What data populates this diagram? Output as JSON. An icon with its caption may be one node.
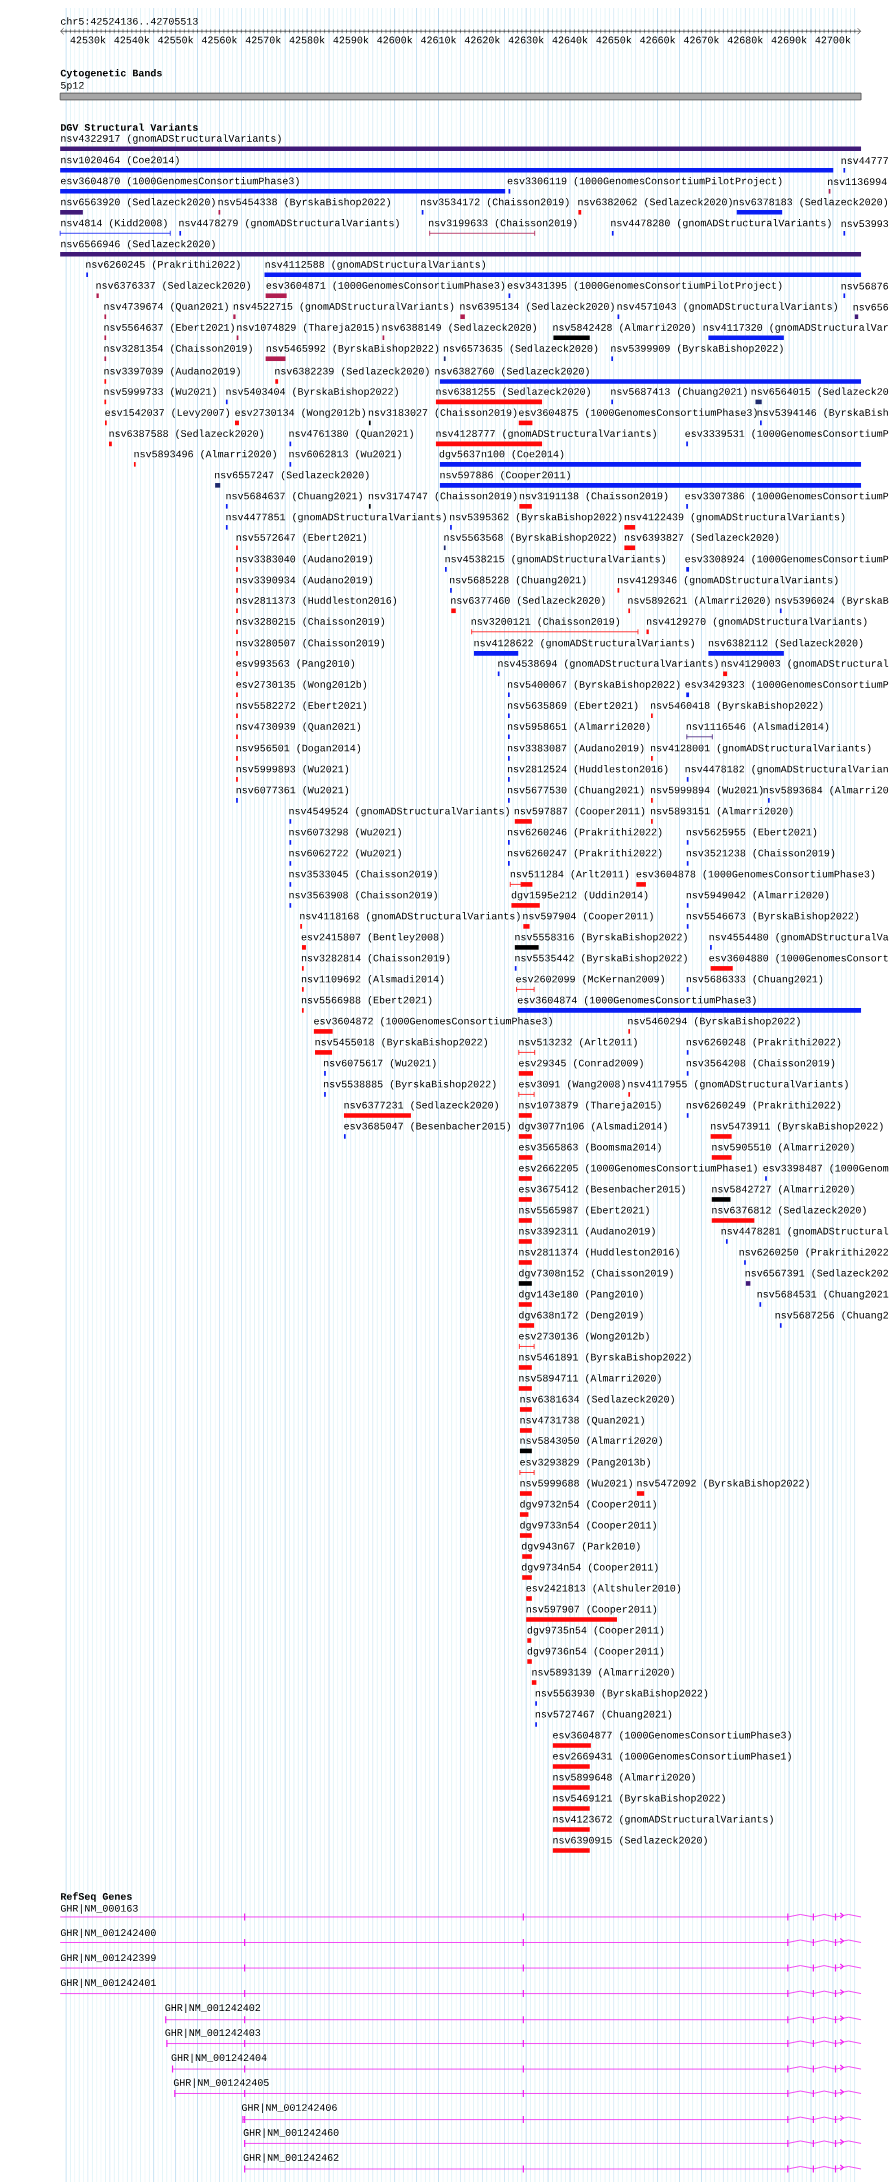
{
  "diagram": {
    "labels": [
      "chr5:42524136..42705513",
      "42530k",
      "42540k",
      "42550k",
      "42560k",
      "42570k",
      "42580k",
      "42590k",
      "42600k",
      "42610k",
      "42620k",
      "42630k",
      "42640k",
      "42650k",
      "42660k",
      "42670k",
      "42680k",
      "42690k",
      "42700k",
      "Cytogenetic Bands",
      "5p12",
      "DGV Structural Variants",
      "nsv4322917 (gnomADStructuralVariants)",
      "nsv1020464 (Coe2014)",
      "nsv44777",
      "esv3604870 (1000GenomesConsortiumPhase3)",
      "esv3306119 (1000GenomesConsortiumPilotProject)",
      "nsv1136994",
      "nsv6563920 (Sedlazeck2020)",
      "nsv5454338 (ByrskaBishop2022)",
      "nsv3534172 (Chaisson2019)",
      "nsv6382062 (Sedlazeck2020)",
      "nsv6378183 (Sedlazeck2020)",
      "nsv4814 (Kidd2008)",
      "nsv4478279 (gnomADStructuralVariants)",
      "nsv3199633 (Chaisson2019)",
      "nsv4478280 (gnomADStructuralVariants)",
      "nsv53993",
      "nsv6566946 (Sedlazeck2020)",
      "nsv6260245 (Prakrithi2022)",
      "nsv4112588 (gnomADStructuralVariants)",
      "nsv6376337 (Sedlazeck2020)",
      "esv3604871 (1000GenomesConsortiumPhase3)",
      "esv3431395 (1000GenomesConsortiumPilotProject)",
      "nsv56876",
      "nsv4739674 (Quan2021)",
      "nsv4522715 (gnomADStructuralVariants)",
      "nsv6395134 (Sedlazeck2020)",
      "nsv4571043 (gnomADStructuralVariants)",
      "nsv656",
      "nsv5564637 (Ebert2021)",
      "nsv1074829 (Thareja2015)",
      "nsv6388149 (Sedlazeck2020)",
      "nsv5842428 (Almarri2020)",
      "nsv4117320 (gnomADStructuralVar",
      "nsv3281354 (Chaisson2019)",
      "nsv5465992 (ByrskaBishop2022)",
      "nsv6573635 (Sedlazeck2020)",
      "nsv5399909 (ByrskaBishop2022)",
      "nsv3397039 (Audano2019)",
      "nsv6382239 (Sedlazeck2020)",
      "nsv6382760 (Sedlazeck2020)",
      "nsv5999733 (Wu2021)",
      "nsv5403404 (ByrskaBishop2022)",
      "nsv6381255 (Sedlazeck2020)",
      "nsv5687413 (Chuang2021)",
      "nsv6564015 (Sedlazeck20",
      "esv1542037 (Levy2007)",
      "esv2730134 (Wong2012b)",
      "nsv3183027 (Chaisson2019)",
      "esv3604875 (1000GenomesConsortiumPhase3)",
      "nsv5394146 (ByrskaBish",
      "nsv6387588 (Sedlazeck2020)",
      "nsv4761380 (Quan2021)",
      "nsv4128777 (gnomADStructuralVariants)",
      "esv3339531 (1000GenomesConsortiumP",
      "nsv5893496 (Almarri2020)",
      "nsv6062813 (Wu2021)",
      "dgv5637n100 (Coe2014)",
      "nsv6557247 (Sedlazeck2020)",
      "nsv597886 (Cooper2011)",
      "nsv5684637 (Chuang2021)",
      "nsv3174747 (Chaisson2019)",
      "nsv3191138 (Chaisson2019)",
      "esv3307386 (1000GenomesConsortiumP",
      "nsv4477851 (gnomADStructuralVariants)",
      "nsv5395362 (ByrskaBishop2022)",
      "nsv4122439 (gnomADStructuralVariants)",
      "nsv5572647 (Ebert2021)",
      "nsv5563568 (ByrskaBishop2022)",
      "nsv6393827 (Sedlazeck2020)",
      "nsv3383040 (Audano2019)",
      "nsv4538215 (gnomADStructuralVariants)",
      "esv3308924 (1000GenomesConsortiumP",
      "nsv3390934 (Audano2019)",
      "nsv5685228 (Chuang2021)",
      "nsv4129346 (gnomADStructuralVariants)",
      "nsv2811373 (Huddleston2016)",
      "nsv6377460 (Sedlazeck2020)",
      "nsv5892621 (Almarri2020)",
      "nsv5396024 (ByrskaB",
      "nsv3280215 (Chaisson2019)",
      "nsv3200121 (Chaisson2019)",
      "nsv4129270 (gnomADStructuralVariants)",
      "nsv3280507 (Chaisson2019)",
      "nsv4128622 (gnomADStructuralVariants)",
      "nsv6382112 (Sedlazeck2020)",
      "esv993563 (Pang2010)",
      "nsv4538694 (gnomADStructuralVariants)",
      "nsv4129003 (gnomADStructural",
      "esv2730135 (Wong2012b)",
      "nsv5400067 (ByrskaBishop2022)",
      "esv3429323 (1000GenomesConsortiumP",
      "nsv5582272 (Ebert2021)",
      "nsv5635869 (Ebert2021)",
      "nsv5460418 (ByrskaBishop2022)",
      "nsv4730939 (Quan2021)",
      "nsv5958651 (Almarri2020)",
      "nsv1116546 (Alsmadi2014)",
      "nsv956501 (Dogan2014)",
      "nsv3383087 (Audano2019)",
      "nsv4128001 (gnomADStructuralVariants)",
      "nsv5999893 (Wu2021)",
      "nsv2812524 (Huddleston2016)",
      "nsv4478182 (gnomADStructuralVarian",
      "nsv6077361 (Wu2021)",
      "nsv5677530 (Chuang2021)",
      "nsv5999894 (Wu2021)",
      "nsv5893684 (Almarri20",
      "nsv4549524 (gnomADStructuralVariants)",
      "nsv597887 (Cooper2011)",
      "nsv5893151 (Almarri2020)",
      "nsv6073298 (Wu2021)",
      "nsv6260246 (Prakrithi2022)",
      "nsv5625955 (Ebert2021)",
      "nsv6062722 (Wu2021)",
      "nsv6260247 (Prakrithi2022)",
      "nsv3521238 (Chaisson2019)",
      "nsv3533045 (Chaisson2019)",
      "nsv511284 (Arlt2011)",
      "esv3604878 (1000GenomesConsortiumPhase3)",
      "nsv3563908 (Chaisson2019)",
      "dgv1595e212 (Uddin2014)",
      "nsv5949042 (Almarri2020)",
      "nsv4118168 (gnomADStructuralVariants)",
      "nsv597904 (Cooper2011)",
      "nsv5546673 (ByrskaBishop2022)",
      "esv2415807 (Bentley2008)",
      "nsv5558316 (ByrskaBishop2022)",
      "nsv4554480 (gnomADStructuralVa",
      "nsv3282814 (Chaisson2019)",
      "nsv5535442 (ByrskaBishop2022)",
      "esv3604880 (1000GenomesConsort",
      "nsv1109692 (Alsmadi2014)",
      "esv2602099 (McKernan2009)",
      "nsv5686333 (Chuang2021)",
      "nsv5566988 (Ebert2021)",
      "esv3604874 (1000GenomesConsortiumPhase3)",
      "esv3604872 (1000GenomesConsortiumPhase3)",
      "nsv5460294 (ByrskaBishop2022)",
      "nsv5455018 (ByrskaBishop2022)",
      "nsv513232 (Arlt2011)",
      "nsv6260248 (Prakrithi2022)",
      "nsv6075617 (Wu2021)",
      "esv29345 (Conrad2009)",
      "nsv3564208 (Chaisson2019)",
      "nsv5538885 (ByrskaBishop2022)",
      "esv3091 (Wang2008)",
      "nsv4117955 (gnomADStructuralVariants)",
      "nsv6377231 (Sedlazeck2020)",
      "nsv1073879 (Thareja2015)",
      "nsv6260249 (Prakrithi2022)",
      "esv3685047 (Besenbacher2015)",
      "dgv3077n106 (Alsmadi2014)",
      "nsv5473911 (ByrskaBishop2022)",
      "esv3565863 (Boomsma2014)",
      "nsv5905510 (Almarri2020)",
      "esv2662205 (1000GenomesConsortiumPhase1)",
      "esv3398487 (1000Genom",
      "esv3675412 (Besenbacher2015)",
      "nsv5842727 (Almarri2020)",
      "nsv5565987 (Ebert2021)",
      "nsv6376812 (Sedlazeck2020)",
      "nsv3392311 (Audano2019)",
      "nsv4478281 (gnomADStructural",
      "nsv2811374 (Huddleston2016)",
      "nsv6260250 (Prakrithi2022",
      "dgv7308n152 (Chaisson2019)",
      "nsv6567391 (Sedlazeck202",
      "dgv143e180 (Pang2010)",
      "nsv5684531 (Chuang2021",
      "dgv638n172 (Deng2019)",
      "nsv5687256 (Chuang2",
      "esv2730136 (Wong2012b)",
      "nsv5461891 (ByrskaBishop2022)",
      "nsv5894711 (Almarri2020)",
      "nsv6381634 (Sedlazeck2020)",
      "nsv4731738 (Quan2021)",
      "nsv5843050 (Almarri2020)",
      "esv3293829 (Pang2013b)",
      "nsv5999688 (Wu2021)",
      "nsv5472092 (ByrskaBishop2022)",
      "dgv9732n54 (Cooper2011)",
      "dgv9733n54 (Cooper2011)",
      "dgv943n67 (Park2010)",
      "dgv9734n54 (Cooper2011)",
      "esv2421813 (Altshuler2010)",
      "nsv597907 (Cooper2011)",
      "dgv9735n54 (Cooper2011)",
      "dgv9736n54 (Cooper2011)",
      "nsv5893139 (Almarri2020)",
      "nsv5563930 (ByrskaBishop2022)",
      "nsv5727467 (Chuang2021)",
      "esv3604877 (1000GenomesConsortiumPhase3)",
      "esv2669431 (1000GenomesConsortiumPhase1)",
      "nsv5899648 (Almarri2020)",
      "nsv5469121 (ByrskaBishop2022)",
      "nsv4123672 (gnomADStructuralVariants)",
      "nsv6390915 (Sedlazeck2020)",
      "RefSeq Genes",
      "GHR|NM_000163",
      "GHR|NM_001242400",
      "GHR|NM_001242399",
      "GHR|NM_001242401",
      "GHR|NM_001242402",
      "GHR|NM_001242403",
      "GHR|NM_001242404",
      "GHR|NM_001242405",
      "GHR|NM_001242406",
      "GHR|NM_001242460",
      "GHR|NM_001242462"
    ]
  }
}
